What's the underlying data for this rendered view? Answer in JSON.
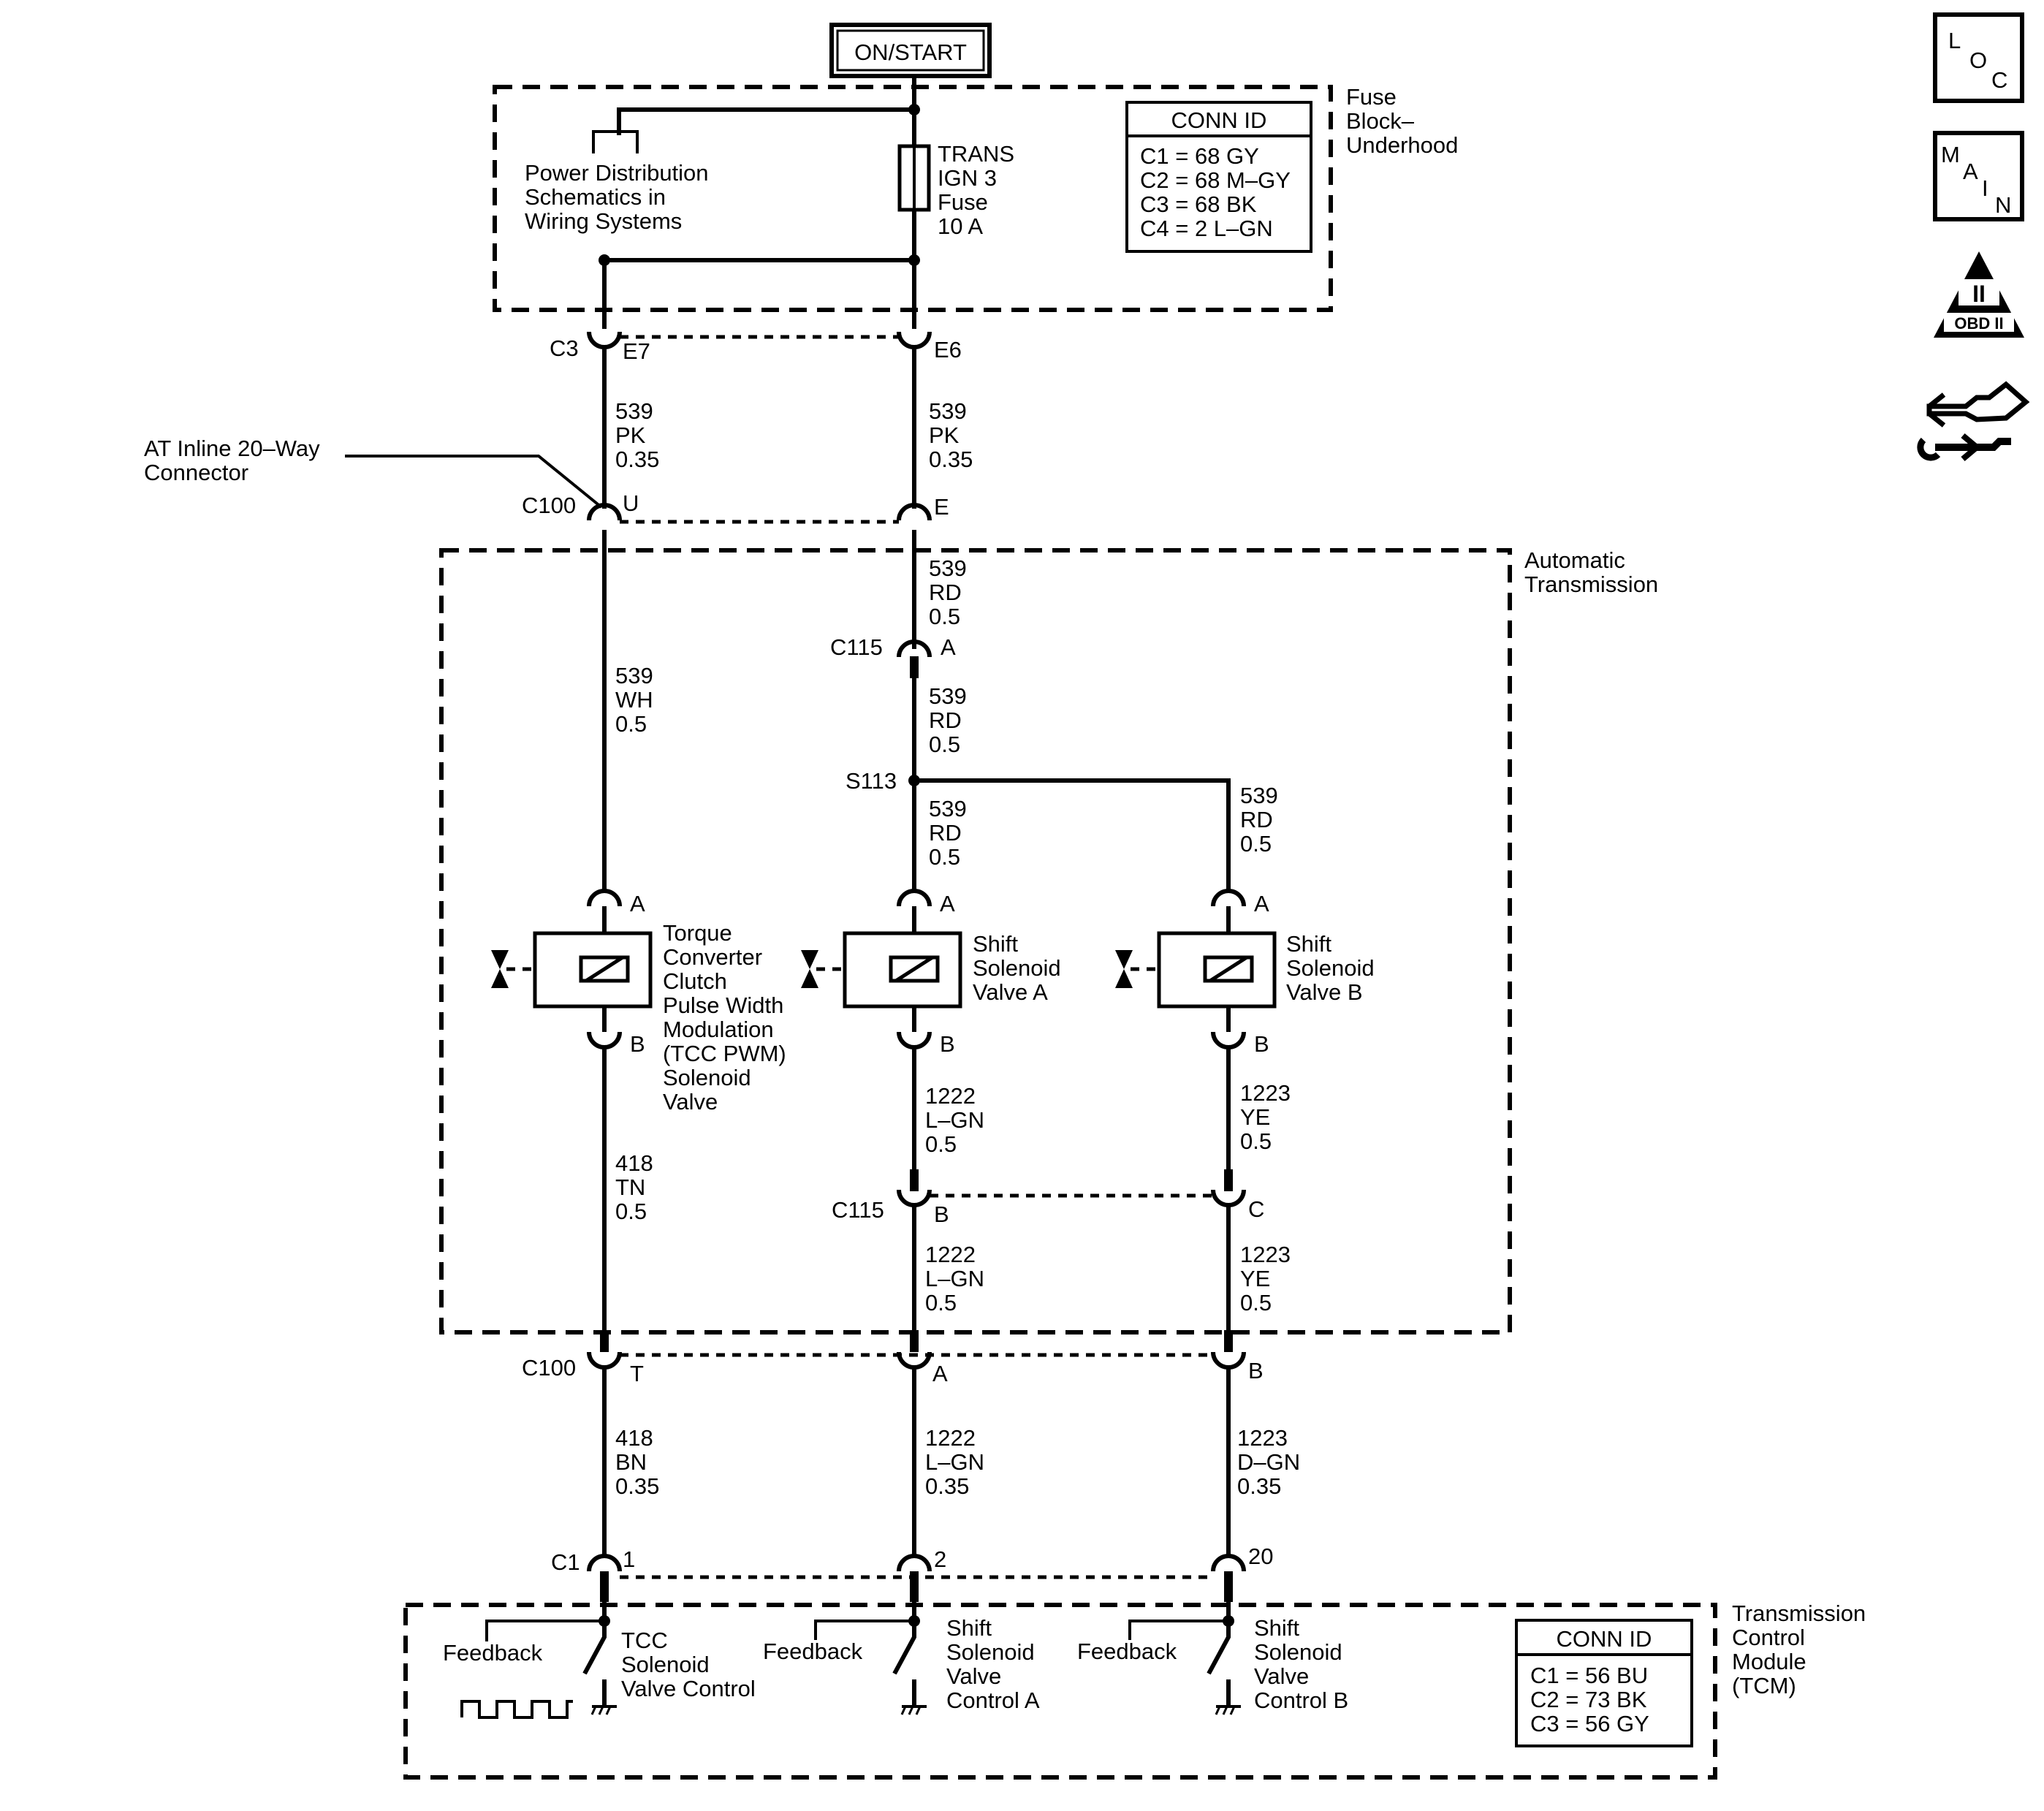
{
  "power_source": "ON/START",
  "fuse_block": {
    "title": [
      "Fuse",
      "Block–",
      "Underhood"
    ],
    "ref_text": [
      "Power Distribution",
      "Schematics in",
      "Wiring Systems"
    ],
    "fuse_label": [
      "TRANS",
      "IGN 3",
      "Fuse",
      "10 A"
    ],
    "conn_id": {
      "title": "CONN ID",
      "rows": [
        "C1 = 68 GY",
        "C2 = 68 M–GY",
        "C3 = 68 BK",
        "C4 = 2 L–GN"
      ]
    }
  },
  "connectors": {
    "c3": "C3",
    "c3_e7": "E7",
    "c3_e6": "E6",
    "inline_label": [
      "AT Inline 20–Way",
      "Connector"
    ],
    "c100_top": "C100",
    "c100_u": "U",
    "c100_e": "E",
    "c115_a_name": "C115",
    "c115_a_pin": "A",
    "s113": "S113",
    "c115_b_name": "C115",
    "c115_b_pin": "B",
    "c115_c_pin": "C",
    "c100_bottom": "C100",
    "c100_t": "T",
    "c100_a": "A",
    "c100_b": "B",
    "c1": "C1",
    "c1_1": "1",
    "c1_2": "2",
    "c1_20": "20"
  },
  "wires": {
    "c3_to_c100_left": [
      "539",
      "PK",
      "0.35"
    ],
    "c3_to_c100_mid": [
      "539",
      "PK",
      "0.35"
    ],
    "c100_to_c115": [
      "539",
      "RD",
      "0.5"
    ],
    "left_to_tcc": [
      "539",
      "WH",
      "0.5"
    ],
    "c115_to_s113": [
      "539",
      "RD",
      "0.5"
    ],
    "s113_to_ssa": [
      "539",
      "RD",
      "0.5"
    ],
    "s113_to_ssb": [
      "539",
      "RD",
      "0.5"
    ],
    "tcc_to_c100": [
      "418",
      "TN",
      "0.5"
    ],
    "ssa_to_c115": [
      "1222",
      "L–GN",
      "0.5"
    ],
    "ssb_to_c115": [
      "1223",
      "YE",
      "0.5"
    ],
    "c115_to_c100_a": [
      "1222",
      "L–GN",
      "0.5"
    ],
    "c115_to_c100_b": [
      "1223",
      "YE",
      "0.5"
    ],
    "c100_to_c1_left": [
      "418",
      "BN",
      "0.35"
    ],
    "c100_to_c1_mid": [
      "1222",
      "L–GN",
      "0.35"
    ],
    "c100_to_c1_right": [
      "1223",
      "D–GN",
      "0.35"
    ]
  },
  "transmission_label": [
    "Automatic",
    "Transmission"
  ],
  "solenoids": {
    "pin_a": "A",
    "pin_b": "B",
    "tcc": [
      "Torque",
      "Converter",
      "Clutch",
      "Pulse Width",
      "Modulation",
      "(TCC PWM)",
      "Solenoid",
      "Valve"
    ],
    "ssa": [
      "Shift",
      "Solenoid",
      "Valve A"
    ],
    "ssb": [
      "Shift",
      "Solenoid",
      "Valve B"
    ]
  },
  "tcm": {
    "title": [
      "Transmission",
      "Control",
      "Module",
      "(TCM)"
    ],
    "feedback": "Feedback",
    "tcc_ctrl": [
      "TCC",
      "Solenoid",
      "Valve Control"
    ],
    "ssa_ctrl": [
      "Shift",
      "Solenoid",
      "Valve",
      "Control A"
    ],
    "ssb_ctrl": [
      "Shift",
      "Solenoid",
      "Valve",
      "Control B"
    ],
    "conn_id": {
      "title": "CONN ID",
      "rows": [
        "C1 = 56 BU",
        "C2 = 73 BK",
        "C3 = 56 GY"
      ]
    }
  },
  "side_icons": {
    "loc": [
      "L",
      "O",
      "C"
    ],
    "main": [
      "M",
      "A",
      "I",
      "N"
    ],
    "obd": [
      "II",
      "OBD II"
    ],
    "hands_icon": "hands-tool-icon"
  }
}
